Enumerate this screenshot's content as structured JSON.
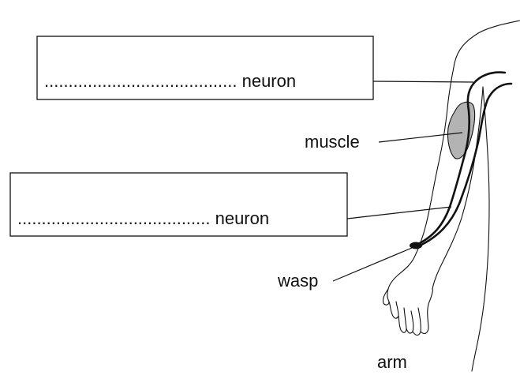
{
  "labels": {
    "box_top": "........................................ neuron",
    "box_bottom": "........................................ neuron",
    "muscle": "muscle",
    "wasp": "wasp",
    "arm": "arm"
  },
  "colors": {
    "muscle_fill": "#b3b3b3",
    "ink": "#111111"
  }
}
